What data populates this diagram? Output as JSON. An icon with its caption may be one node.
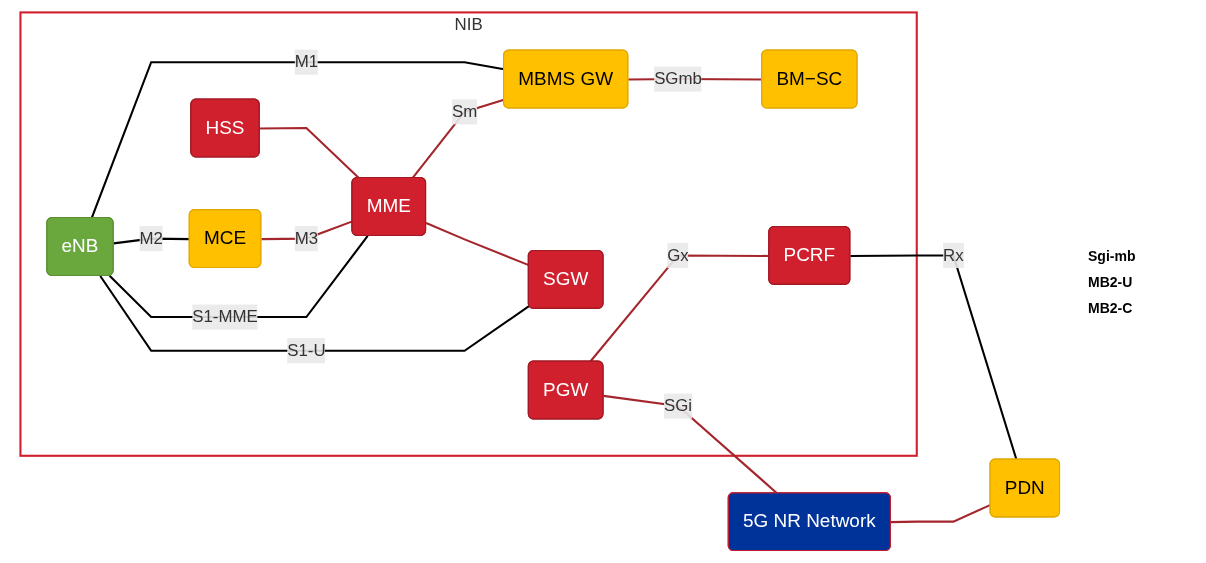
{
  "diagram": {
    "nodes": [
      {
        "text": [
          "NIB"
        ]
      },
      {
        "text": [
          "eNB"
        ],
        "in": 0
      },
      {
        "text": [
          "HSS"
        ],
        "in": 0
      },
      {
        "text": [
          "MCE"
        ],
        "in": 0
      },
      {
        "text": [
          "MME"
        ],
        "in": 0
      },
      {
        "text": [
          "MBMS GW"
        ],
        "in": 0
      },
      {
        "text": [
          "BM−SC"
        ],
        "in": 0
      },
      {
        "text": [
          "SGW"
        ],
        "in": 0
      },
      {
        "text": [
          "PGW"
        ],
        "in": 0
      },
      {
        "text": [
          "PCRF"
        ],
        "in": 0
      },
      {
        "text": [
          "5G NR Network"
        ]
      },
      {
        "text": [
          "PDN"
        ]
      }
    ],
    "edges": [
      {
        "from": 1,
        "to": 4,
        "arrow": "none",
        "label": "S1-MME",
        "color": "#000000"
      },
      {
        "from": 1,
        "to": 3,
        "arrow": "none",
        "label": "M2",
        "color": "#000000"
      },
      {
        "from": 3,
        "to": 4,
        "arrow": "none",
        "label": "M3"
      },
      {
        "from": 2,
        "to": 4,
        "arrow": "none"
      },
      {
        "from": 4,
        "to": 5,
        "arrow": "none",
        "label": "Sm"
      },
      {
        "from": 5,
        "to": 6,
        "arrow": "none",
        "label": "SGmb"
      },
      {
        "from": 1,
        "to": 5,
        "arrow": "none",
        "label": "M1",
        "color": "#000000"
      },
      {
        "from": 1,
        "to": 7,
        "arrow": "none",
        "label": "S1-U",
        "color": "#000000"
      },
      {
        "from": 4,
        "to": 7,
        "arrow": "none"
      },
      {
        "from": 8,
        "to": 10,
        "arrow": "none",
        "label": "SGi"
      },
      {
        "from": 10,
        "to": 11,
        "arrow": "none"
      },
      {
        "from": 8,
        "to": 9,
        "arrow": "none",
        "label": "Gx"
      },
      {
        "from": 9,
        "to": 11,
        "arrow": "none",
        "label": "Rx",
        "color": "#000000"
      }
    ],
    "labels": [
      "Sgi-mb",
      "MB2-U",
      "MB2-C"
    ]
  }
}
